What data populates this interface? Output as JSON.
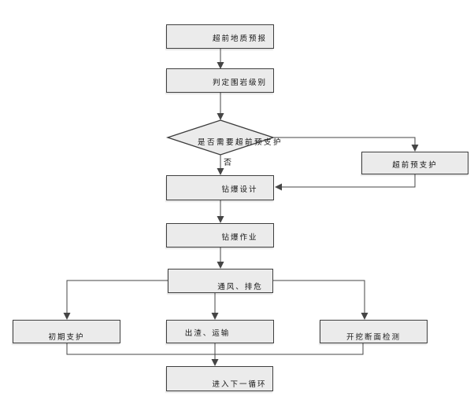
{
  "flowchart": {
    "nodes": {
      "forecast": {
        "label": "超前地质预报"
      },
      "rock_grade": {
        "label": "判定围岩级别"
      },
      "decision": {
        "label": "是否需要超前预支护"
      },
      "presupport": {
        "label": "超前预支护"
      },
      "blast_design": {
        "label": "钻爆设计"
      },
      "blast_work": {
        "label": "钻爆作业"
      },
      "ventilation": {
        "label": "通风、排危"
      },
      "initial_support": {
        "label": "初期支护"
      },
      "mucking": {
        "label": "出渣、运输"
      },
      "inspection": {
        "label": "开挖断面检测"
      },
      "next_cycle": {
        "label": "进入下一循环"
      }
    },
    "edge_labels": {
      "no": "否"
    },
    "edges": [
      {
        "from": "forecast",
        "to": "rock_grade"
      },
      {
        "from": "rock_grade",
        "to": "decision"
      },
      {
        "from": "decision",
        "to": "presupport"
      },
      {
        "from": "decision",
        "to": "blast_design",
        "label": "否"
      },
      {
        "from": "presupport",
        "to": "blast_design"
      },
      {
        "from": "blast_design",
        "to": "blast_work"
      },
      {
        "from": "blast_work",
        "to": "ventilation"
      },
      {
        "from": "ventilation",
        "to": "initial_support"
      },
      {
        "from": "ventilation",
        "to": "mucking"
      },
      {
        "from": "ventilation",
        "to": "inspection"
      },
      {
        "from": "initial_support",
        "to": "next_cycle"
      },
      {
        "from": "mucking",
        "to": "next_cycle"
      },
      {
        "from": "inspection",
        "to": "next_cycle"
      }
    ],
    "colors": {
      "background": "#ffffff",
      "node_fill": "#ebebeb",
      "node_border": "#3f3f3f",
      "line": "#454545",
      "text": "#151515"
    }
  }
}
